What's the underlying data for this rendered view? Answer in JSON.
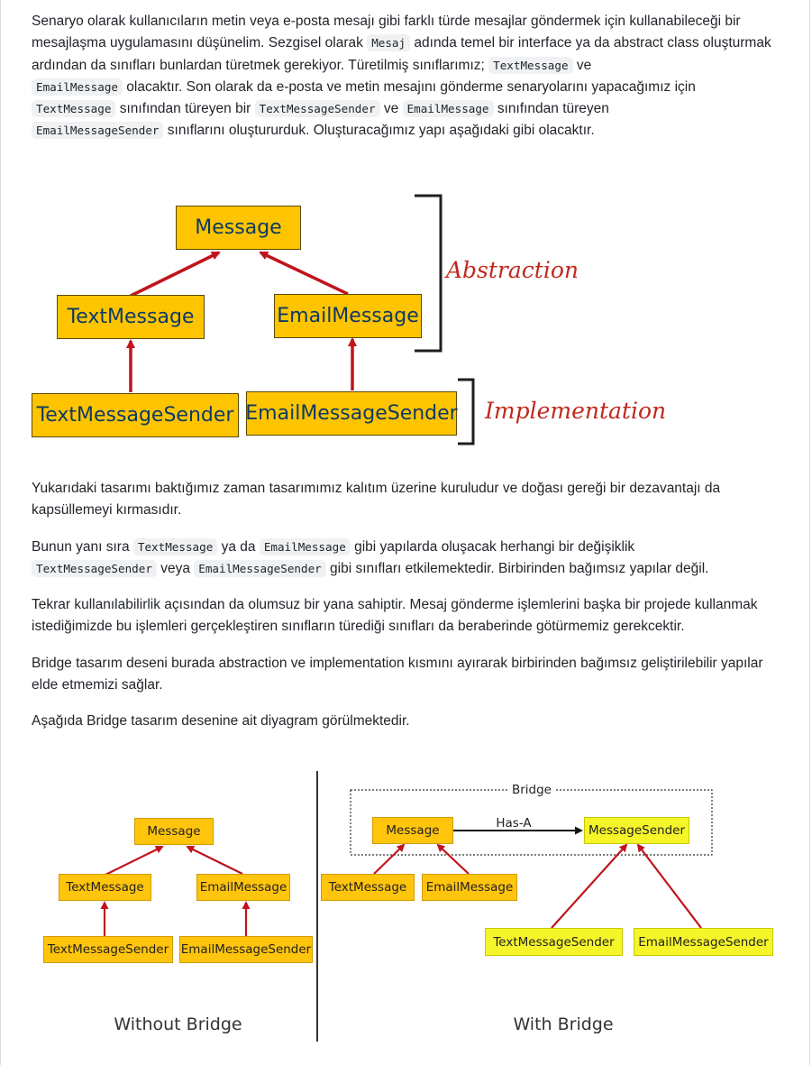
{
  "para1": {
    "t1": "Senaryo olarak kullanıcıların metin veya e-posta mesajı gibi farklı türde mesajlar göndermek için kullanabileceği bir mesajlaşma uygulamasını düşünelim. Sezgisel olarak ",
    "c1": "Mesaj",
    "t2": " adında temel bir interface ya da abstract class oluşturmak ardından da sınıfları bunlardan türetmek gerekiyor. Türetilmiş sınıflarımız; ",
    "c2": "TextMessage",
    "t3": " ve ",
    "c3": "EmailMessage",
    "t4": " olacaktır. Son olarak da e-posta ve metin mesajını gönderme senaryolarını yapacağımız için ",
    "c4": "TextMessage",
    "t5": " sınıfından türeyen bir ",
    "c5": "TextMessageSender",
    "t6": " ve ",
    "c6": "EmailMessage",
    "t7": " sınıfından türeyen ",
    "c7": "EmailMessageSender",
    "t8": " sınıflarını oluştururduk. Oluşturacağımız yapı aşağıdaki gibi olacaktır."
  },
  "figure1": {
    "message": "Message",
    "text_message": "TextMessage",
    "email_message": "EmailMessage",
    "text_message_sender": "TextMessageSender",
    "email_message_sender": "EmailMessageSender",
    "abstraction_label": "Abstraction",
    "implementation_label": "Implementation",
    "colors": {
      "box": "#ffc400",
      "arrow": "#c0141c",
      "label": "#c0281c"
    }
  },
  "para2": "Yukarıdaki tasarımı baktığımız zaman tasarımımız kalıtım üzerine kuruludur ve doğası gereği bir dezavantajı da kapsüllemeyi kırmasıdır.",
  "para3": {
    "t1": "Bunun yanı sıra ",
    "c1": "TextMessage",
    "t2": " ya da ",
    "c2": "EmailMessage",
    "t3": " gibi yapılarda oluşacak herhangi bir değişiklik ",
    "c3": "TextMessageSender",
    "t4": " veya ",
    "c4": "EmailMessageSender",
    "t5": " gibi sınıfları etkilemektedir. Birbirinden bağımsız yapılar değil."
  },
  "para4": "Tekrar kullanılabilirlik açısından da olumsuz bir yana sahiptir. Mesaj gönderme işlemlerini başka bir projede kullanmak istediğimizde bu işlemleri gerçekleştiren sınıfların türediği sınıfları da beraberinde götürmemiz gerekcektir.",
  "para5": "Bridge tasarım deseni burada abstraction ve implementation kısmını ayırarak birbirinden bağımsız geliştirilebilir yapılar elde etmemizi sağlar.",
  "para6": "Aşağıda Bridge tasarım desenine ait diyagram görülmektedir.",
  "figure2": {
    "without": {
      "message": "Message",
      "text_message": "TextMessage",
      "email_message": "EmailMessage",
      "text_message_sender": "TextMessageSender",
      "email_message_sender": "EmailMessageSender",
      "caption": "Without Bridge"
    },
    "with": {
      "bridge_label": "Bridge",
      "has_a_label": "Has-A",
      "message": "Message",
      "message_sender": "MessageSender",
      "text_message": "TextMessage",
      "email_message": "EmailMessage",
      "text_message_sender": "TextMessageSender",
      "email_message_sender": "EmailMessageSender",
      "caption": "With Bridge"
    },
    "colors": {
      "orange": "#ffc40c",
      "yellow": "#f5f52a",
      "arrow": "#c0141c"
    }
  }
}
